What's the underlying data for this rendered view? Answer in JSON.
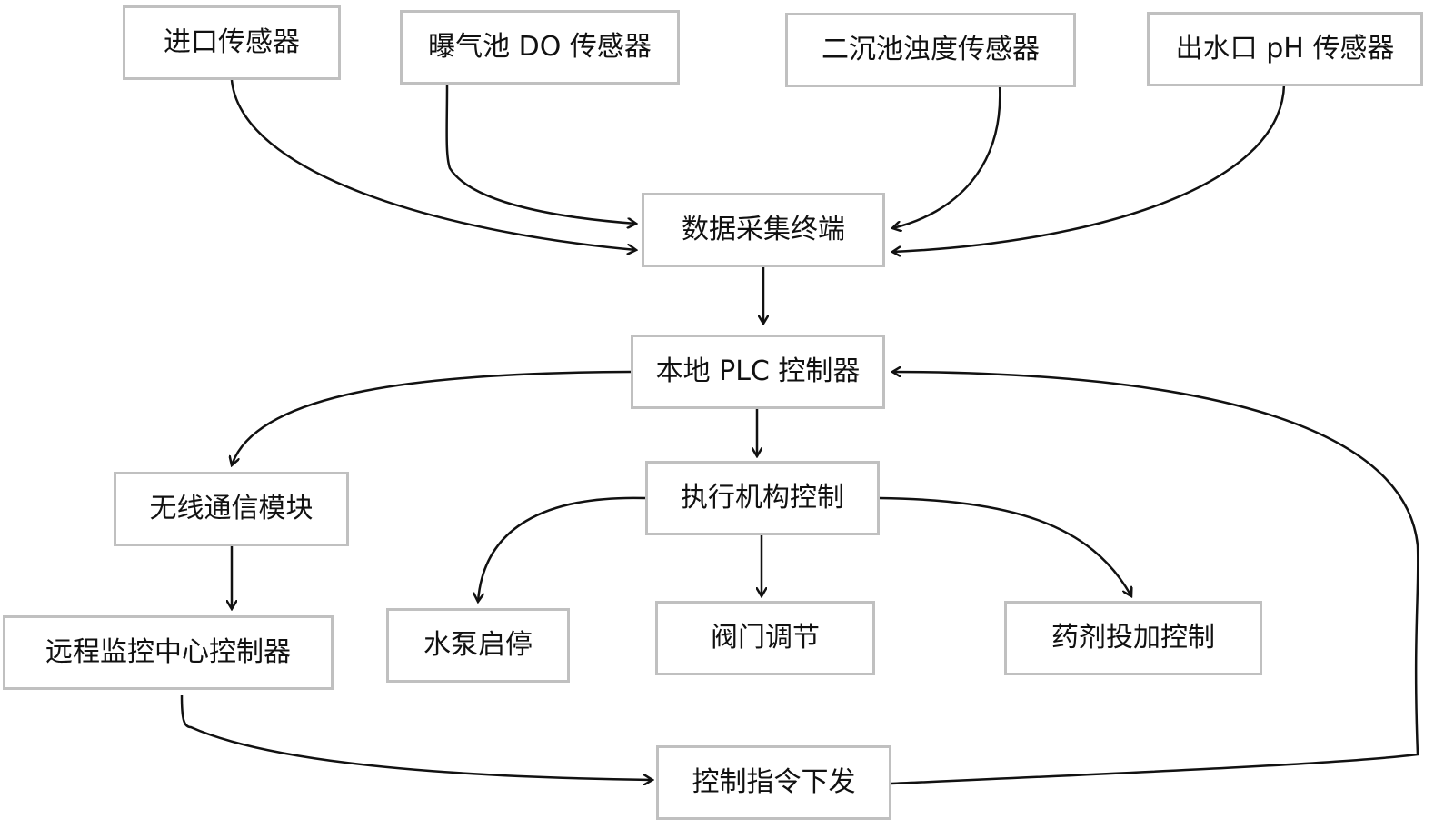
{
  "nodes": {
    "inlet_sensor": "进口传感器",
    "aeration_do_sensor": "曝气池 DO 传感器",
    "clarifier_turbidity_sensor": "二沉池浊度传感器",
    "outlet_ph_sensor": "出水口 pH 传感器",
    "data_collection_terminal": "数据采集终端",
    "local_plc_controller": "本地 PLC 控制器",
    "wireless_module": "无线通信模块",
    "actuator_control": "执行机构控制",
    "remote_monitoring_controller": "远程监控中心控制器",
    "pump_start_stop": "水泵启停",
    "valve_adjustment": "阀门调节",
    "dosing_control": "药剂投加控制",
    "control_command_dispatch": "控制指令下发"
  },
  "colors": {
    "line": "#111111",
    "node_border": "#c0c0c0",
    "node_fill": "#ffffff",
    "text": "#111111"
  }
}
